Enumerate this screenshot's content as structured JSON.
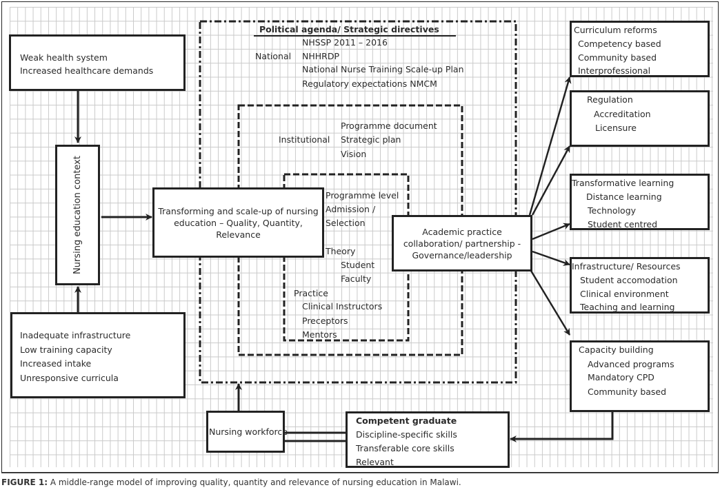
{
  "figure": {
    "caption_label": "FIGURE 1:",
    "caption_text": " A middle-range model of improving quality, quantity and relevance of nursing education in Malawi."
  },
  "left": {
    "top_box": [
      "Weak health system",
      "Increased healthcare demands"
    ],
    "context_label": "Nursing education context",
    "bottom_box": [
      "Inadequate infrastructure",
      "Low training capacity",
      "Increased intake",
      "Unresponsive curricula"
    ]
  },
  "center": {
    "transform_box": "Transforming and scale-up of nursing education  – Quality, Quantity, Relevance",
    "political": {
      "heading": "Political agenda/ Strategic directives",
      "national_label": "National",
      "national_items": [
        "NHSSP 2011 – 2016",
        "NHHRDP",
        "National Nurse Training Scale-up Plan",
        "Regulatory expectations NMCM"
      ]
    },
    "institutional": {
      "label": "Institutional",
      "items": [
        "Programme document",
        "Strategic plan",
        "Vision"
      ]
    },
    "programme": {
      "heading": "Programme level",
      "admission": [
        "Admission /",
        "Selection"
      ],
      "theory": "Theory",
      "theory_items": [
        "Student",
        "Faculty"
      ],
      "practice": "Practice",
      "practice_items": [
        "Clinical Instructors",
        "Preceptors",
        "Mentors"
      ]
    },
    "apc_box": "Academic practice collaboration/ partnership - Governance/leadership"
  },
  "right": {
    "curriculum": {
      "title": "Curriculum reforms",
      "items": [
        "Competency based",
        "Community based",
        "Interprofessional"
      ]
    },
    "regulation": {
      "title": "Regulation",
      "items": [
        "Accreditation",
        "Licensure"
      ]
    },
    "transformative": {
      "title": "Transformative learning",
      "items": [
        "Distance learning",
        "Technology",
        "Student centred"
      ]
    },
    "infrastructure": {
      "title": "Infrastructure/ Resources",
      "items": [
        "Student accomodation",
        "Clinical environment",
        "Teaching and learning"
      ]
    },
    "capacity": {
      "title": "Capacity building",
      "items": [
        "Advanced programs",
        "Mandatory CPD",
        "Community based"
      ]
    }
  },
  "bottom": {
    "workforce": "Nursing workforce",
    "graduate": {
      "title": "Competent graduate",
      "items": [
        "Discipline-specific skills",
        "Transferable core skills",
        "Relevant"
      ]
    }
  }
}
